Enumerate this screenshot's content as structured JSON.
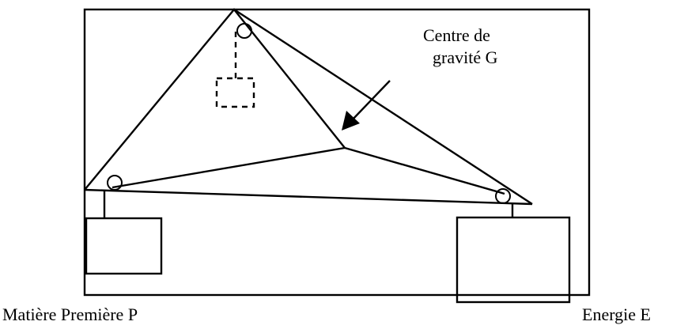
{
  "annotation": {
    "line1": "Centre de",
    "line2": "gravité G"
  },
  "labels": {
    "left_weight": "Matière Première P",
    "right_weight": "Energie E"
  },
  "colors": {
    "ink": "#000000",
    "background": "#ffffff"
  }
}
